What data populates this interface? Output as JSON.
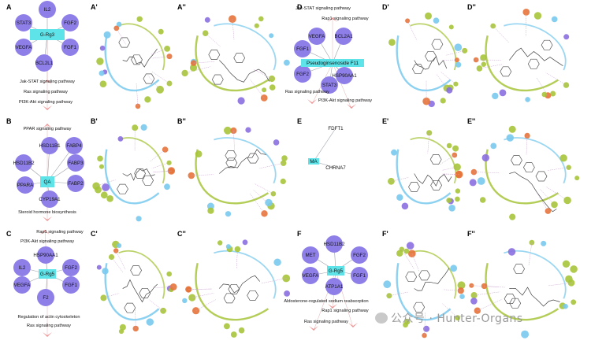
{
  "panels": [
    {
      "id": "A",
      "letter": "A",
      "letter1": "A'",
      "letter2": "A''",
      "center": "G-Rg3",
      "nodes": [
        "IL2",
        "STAT3",
        "FGF2",
        "VEGFA",
        "FGF1",
        "BCL2L1"
      ],
      "pathways": [
        "Jak-STAT signaling pathway",
        "Ras signaling pathway",
        "PI3K-Akt signaling pathway"
      ]
    },
    {
      "id": "B",
      "letter": "B",
      "letter1": "B'",
      "letter2": "B''",
      "center": "QA",
      "nodes": [
        "HSD11B1",
        "FABP4",
        "HSD11B2",
        "FABP3",
        "PPARA",
        "FABP2",
        "CYP19A1"
      ],
      "pathways": [
        "PPAR signaling pathway",
        "Steroid hormone biosynthesis"
      ]
    },
    {
      "id": "C",
      "letter": "C",
      "letter1": "C'",
      "letter2": "C''",
      "center": "G-Rg5",
      "nodes": [
        "HSP90AA1",
        "IL2",
        "FGF2",
        "VEGFA",
        "FGF1",
        "F2"
      ],
      "pathways": [
        "Rap1 signaling pathway",
        "PI3K-Akt signaling pathway",
        "Regulation of actin cytoskeleton",
        "Ras signaling pathway"
      ]
    },
    {
      "id": "D",
      "letter": "D",
      "letter1": "D'",
      "letter2": "D''",
      "center": "Pseudoginsenoside F11",
      "nodes": [
        "VEGFA",
        "BCL2A1",
        "FGF1",
        "FGF2",
        "HSP90AA1",
        "STAT3"
      ],
      "pathways": [
        "Jak-STAT signaling pathway",
        "Rap1 signaling pathway",
        "Ras signaling pathway",
        "PI3K-Akt signaling pathway"
      ]
    },
    {
      "id": "E",
      "letter": "E",
      "letter1": "E'",
      "letter2": "E''",
      "center": "MA",
      "nodes": [
        "FDFT1",
        "CHRNA7"
      ],
      "pathways": []
    },
    {
      "id": "F",
      "letter": "F",
      "letter1": "F'",
      "letter2": "F''",
      "center": "G-Rg5",
      "nodes": [
        "HSD11B2",
        "MET",
        "FGF2",
        "VEGFA",
        "FGF1",
        "ATP1A1"
      ],
      "pathways": [
        "Aldosterone-regulated sodium reabsorption",
        "Rap1 signaling pathway",
        "Ras signaling pathway"
      ]
    }
  ],
  "watermark": {
    "text": "公众号 · Hunter-Organs"
  },
  "colors": {
    "node": "#8e7fe8",
    "center": "#5ee3e8",
    "arrow": "#f08b8b",
    "lime": "#a6c43a",
    "blue": "#79c9ee",
    "orange": "#e6733a",
    "purple": "#8a6fe0"
  }
}
